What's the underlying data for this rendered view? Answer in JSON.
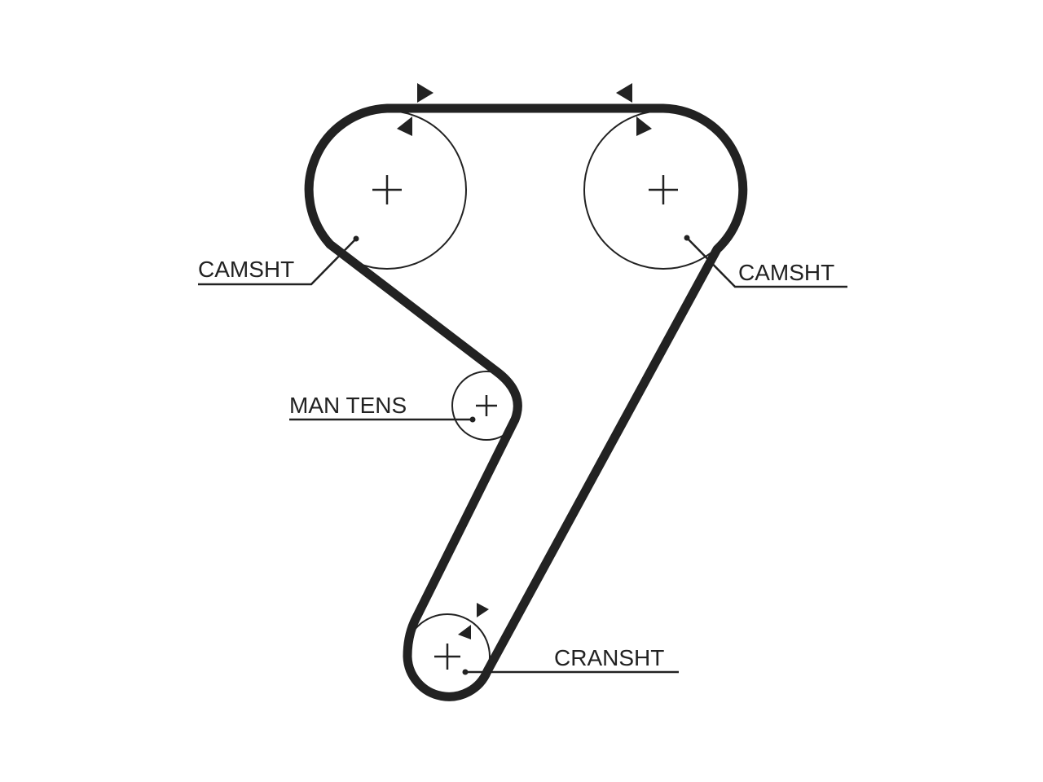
{
  "labels": {
    "camshaft_left": "CAMSHT",
    "camshaft_right": "CAMSHT",
    "manual_tensioner": "MAN TENS",
    "crankshaft": "CRANSHT"
  },
  "colors": {
    "ink": "#222222",
    "background": "#ffffff"
  }
}
